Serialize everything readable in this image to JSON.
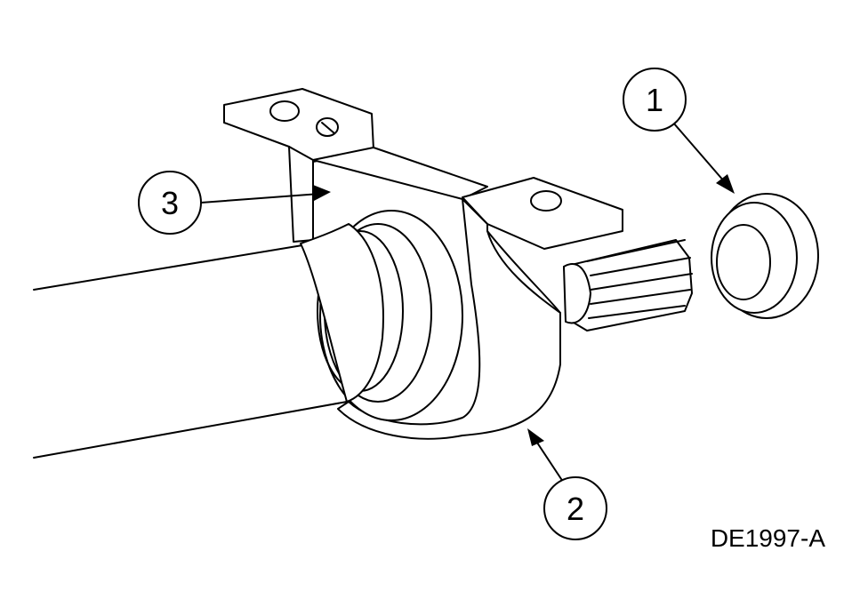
{
  "callouts": [
    {
      "id": "1"
    },
    {
      "id": "2"
    },
    {
      "id": "3"
    }
  ],
  "figure_id": "DE1997-A",
  "colors": {
    "line": "#000000",
    "background": "#ffffff"
  }
}
